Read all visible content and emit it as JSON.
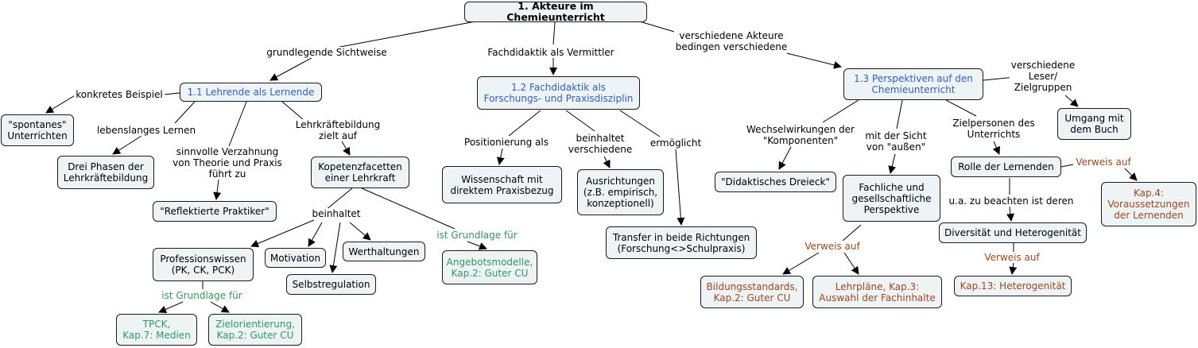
{
  "nodes": {
    "root": "1. Akteure im Chemieunterricht",
    "lehrende": "1.1 Lehrende als Lernende",
    "fachdidaktik": "1.2 Fachdidaktik als\nForschungs- und Praxisdisziplin",
    "perspektiven": "1.3 Perspektiven auf den\nChemieunterricht",
    "spontanes": "\"spontanes\"\nUnterrichten",
    "drei_phasen": "Drei Phasen der\nLehrkräftebildung",
    "reflektierte": "\"Reflektierte Praktiker\"",
    "kompetenz": "Kopetenzfacetten\neiner Lehrkraft",
    "professionswissen": "Professionswissen\n(PK, CK, PCK)",
    "motivation": "Motivation",
    "werthaltungen": "Werthaltungen",
    "selbstregulation": "Selbstregulation",
    "tpck": "TPCK,\nKap.7: Medien",
    "zielorientierung": "Zielorientierung,\nKap.2: Guter CU",
    "angebotsmodelle": "Angebotsmodelle,\nKap.2: Guter CU",
    "wissenschaft": "Wissenschaft mit\ndirektem Praxisbezug",
    "ausrichtungen": "Ausrichtungen\n(z.B. empirisch,\nkonzeptionell)",
    "transfer": "Transfer in beide Richtungen\n(Forschung<>Schulpraxis)",
    "didaktisches": "\"Didaktisches Dreieck\"",
    "fachliche": "Fachliche und\ngesellschaftliche\nPerspektive",
    "bildungsstandards": "Bildungsstandards,\nKap.2: Guter CU",
    "lehrplaene": "Lehrpläne, Kap.3:\nAuswahl der Fachinhalte",
    "rolle": "Rolle der Lernenden",
    "kap4": "Kap.4:\nVoraussetzungen\nder Lernenden",
    "diversitaet": "Diversität und Heterogenität",
    "kap13": "Kap.13: Heterogenität",
    "umgang": "Umgang mit\ndem Buch"
  },
  "links": {
    "grundlegende": "grundlegende Sichtweise",
    "fachdidaktik_vermittler": "Fachdidaktik als Vermittler",
    "verschiedene_akteure": "verschiedene Akteure\nbedingen verschiedene",
    "konkretes": "konkretes Beispiel",
    "lebenslanges": "lebenslanges Lernen",
    "sinnvolle": "sinnvolle Verzahnung\nvon Theorie und Praxis\nführt zu",
    "lehrkraeftebildung": "Lehrkräftebildung\nzielt auf",
    "beinhaltet": "beinhaltet",
    "grundlage1": "ist Grundlage für",
    "grundlage2": "ist Grundlage für",
    "positionierung": "Positionierung als",
    "beinhaltet_verschiedene": "beinhaltet\nverschiedene",
    "ermoeglicht": "ermöglicht",
    "wechselwirkungen": "Wechselwirkungen der\n\"Komponenten\"",
    "sicht_aussen": "mit der Sicht\nvon \"außen\"",
    "zielpersonen": "Zielpersonen des\nUnterrichts",
    "verschiedene_leser": "verschiedene\nLeser/\nZielgruppen",
    "verweis1": "Verweis auf",
    "verweis2": "Verweis auf",
    "verweis3": "Verweis auf",
    "ua_beachten": "u.a. zu beachten ist deren"
  }
}
